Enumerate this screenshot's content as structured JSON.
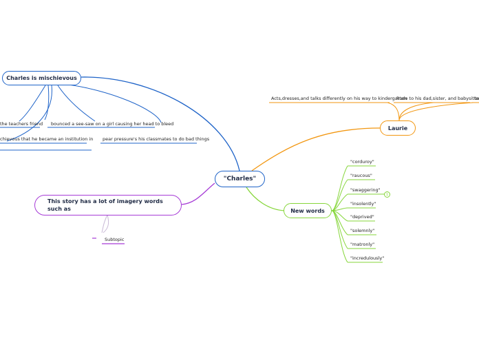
{
  "central": {
    "label": "\"Charles\"",
    "color": "#1e63c8"
  },
  "mischievous": {
    "label": "Charles is mischievous",
    "color": "#1e63c8",
    "items": [
      "the teachers friend",
      "bounced a see-saw on a girl causing her head to bleed",
      "chievous that he became an institution in",
      "pear pressure's his classmates to do bad things"
    ]
  },
  "laurie": {
    "label": "Laurie",
    "color": "#f2960f",
    "items": [
      "Acts,dresses,and talks differently on his way to kindergarten",
      "Rude to his dad,sister, and babysitter",
      "ta"
    ]
  },
  "new_words": {
    "label": "New words",
    "color": "#86d63a",
    "badge": "1",
    "items": [
      "\"corduroy\"",
      "\"raucous\"",
      "\"swaggering\"",
      "\"insolently\"",
      "\"deprived\"",
      "\"solemnly\"",
      "\"matronly\"",
      "\"incredulously\""
    ]
  },
  "imagery": {
    "label": "This story has a lot of imagery words such as",
    "color": "#a63bd6",
    "items": [
      "Subtopic"
    ]
  }
}
